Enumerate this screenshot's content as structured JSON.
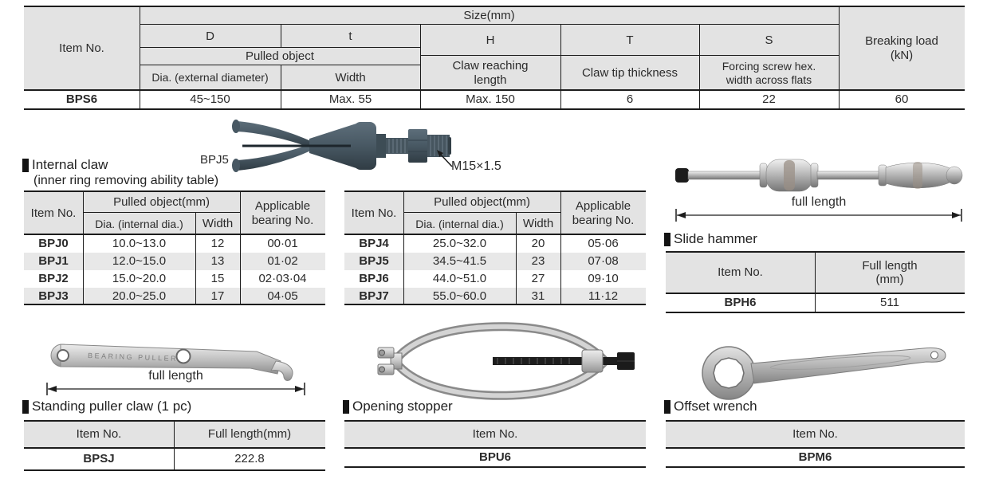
{
  "colors": {
    "header_bg": "#e3e3e3",
    "row_alt_bg": "#e8e8e8",
    "border": "#1c1c1c",
    "text": "#2b2b2b",
    "claw_tool": "#485863"
  },
  "spec_table": {
    "headers": {
      "item_no": "Item No.",
      "size": "Size(mm)",
      "breaking_load": "Breaking load\n(kN)",
      "d": "D",
      "t": "t",
      "h": "H",
      "t_cap": "T",
      "s": "S",
      "pulled_object": "Pulled object",
      "dia_external": "Dia. (external diameter)",
      "width": "Width",
      "claw_reaching": "Claw reaching\nlength",
      "claw_tip": "Claw tip thickness",
      "forcing_screw": "Forcing screw hex.\nwidth across flats"
    },
    "row": {
      "item_no": "BPS6",
      "d": "45~150",
      "t": "Max. 55",
      "h": "Max. 150",
      "t_cap": "6",
      "s": "22",
      "breaking_load": "60"
    }
  },
  "claw_figure": {
    "tool_label": "BPJ5",
    "thread_label": "M15×1.5"
  },
  "internal_claw": {
    "heading": "Internal claw",
    "subheading": "(inner ring removing ability table)",
    "headers": {
      "item_no": "Item No.",
      "pulled_object": "Pulled object(mm)",
      "dia_internal": "Dia. (internal dia.)",
      "width": "Width",
      "bearing": "Applicable\nbearing No."
    },
    "left_rows": [
      {
        "item_no": "BPJ0",
        "dia": "10.0~13.0",
        "width": "12",
        "bearing": "00·01"
      },
      {
        "item_no": "BPJ1",
        "dia": "12.0~15.0",
        "width": "13",
        "bearing": "01·02"
      },
      {
        "item_no": "BPJ2",
        "dia": "15.0~20.0",
        "width": "15",
        "bearing": "02·03·04"
      },
      {
        "item_no": "BPJ3",
        "dia": "20.0~25.0",
        "width": "17",
        "bearing": "04·05"
      }
    ],
    "right_rows": [
      {
        "item_no": "BPJ4",
        "dia": "25.0~32.0",
        "width": "20",
        "bearing": "05·06"
      },
      {
        "item_no": "BPJ5",
        "dia": "34.5~41.5",
        "width": "23",
        "bearing": "07·08"
      },
      {
        "item_no": "BPJ6",
        "dia": "44.0~51.0",
        "width": "27",
        "bearing": "09·10"
      },
      {
        "item_no": "BPJ7",
        "dia": "55.0~60.0",
        "width": "31",
        "bearing": "11·12"
      }
    ]
  },
  "slide_hammer": {
    "heading": "Slide hammer",
    "dimension_label": "full length",
    "headers": {
      "item_no": "Item No.",
      "full_length": "Full length\n(mm)"
    },
    "row": {
      "item_no": "BPH6",
      "full_length": "511"
    }
  },
  "standing_puller_claw": {
    "heading": "Standing puller claw (1 pc)",
    "dimension_label": "full length",
    "stamp_text": "BEARING PULLER",
    "headers": {
      "item_no": "Item No.",
      "full_length": "Full length(mm)"
    },
    "row": {
      "item_no": "BPSJ",
      "full_length": "222.8"
    }
  },
  "opening_stopper": {
    "heading": "Opening stopper",
    "headers": {
      "item_no": "Item No."
    },
    "row": {
      "item_no": "BPU6"
    }
  },
  "offset_wrench": {
    "heading": "Offset wrench",
    "headers": {
      "item_no": "Item No."
    },
    "row": {
      "item_no": "BPM6"
    }
  }
}
